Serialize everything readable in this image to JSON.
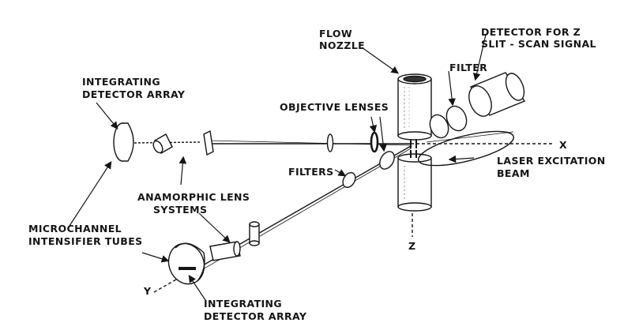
{
  "labels": {
    "flow_nozzle": [
      "FLOW",
      "NOZZLE"
    ],
    "detector_z": [
      "DETECTOR FOR Z",
      "SLIT - SCAN SIGNAL"
    ],
    "filter": "FILTER",
    "integrating_top": [
      "INTEGRATING",
      "DETECTOR ARRAY"
    ],
    "objective_lenses": "OBJECTIVE LENSES",
    "axis_x": "X",
    "filters": "FILTERS",
    "laser": [
      "LASER EXCITATION",
      "BEAM"
    ],
    "anamorphic": [
      "ANAMORPHIC LENS",
      "SYSTEMS"
    ],
    "microchannel": [
      "MICROCHANNEL",
      "INTENSIFIER TUBES"
    ],
    "axis_z": "Z",
    "axis_y": "Y",
    "integrating_bottom": [
      "INTEGRATING",
      "DETECTOR ARRAY"
    ]
  },
  "colors": {
    "ink": "#151515",
    "paper": "#ffffff",
    "shade": "#8a8a8a"
  }
}
